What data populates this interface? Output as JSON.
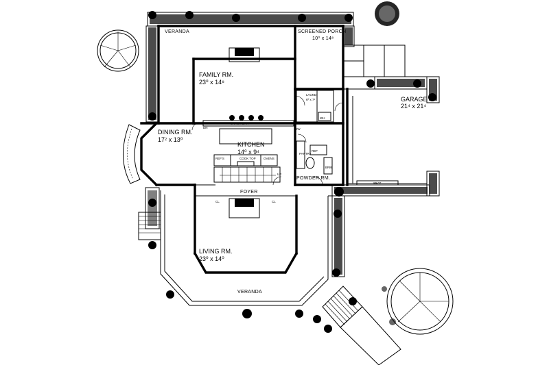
{
  "labels": {
    "veranda_top": "VERANDA",
    "screened_porch": "SCREENED PORCH",
    "screened_porch_dim": "10⁰ x 14⁸",
    "family_rm": "FAMILY RM.",
    "family_rm_dim": "23⁰ x 14⁸",
    "laund": "LAUND.",
    "laund_dim": "6⁰ x 7⁴",
    "garage": "GARAGE",
    "garage_dim": "21⁴ x 21⁴",
    "snack_bar": "SNACK BAR",
    "dining_rm": "DINING RM.",
    "dining_rm_dim": "17⁲ x 13⁰",
    "kitchen": "KITCHEN",
    "kitchen_dim": "14⁰ x 9⁴",
    "refs": "REF'S",
    "cook_top": "COOK TOP",
    "ovens": "OVENS",
    "powder_rm": "POWDER RM.",
    "foyer": "FOYER",
    "seat": "SEAT",
    "living_rm": "LIVING RM.",
    "living_rm_dim": "23⁰ x 14⁰",
    "veranda_bottom": "VERANDA",
    "cl": "CL",
    "dn": "DN",
    "up": "UP",
    "pantry": "PANTRY",
    "dw": "DW",
    "ref": "REF",
    "brm": "BRM",
    "wh": "WH"
  },
  "icons": {
    "tree": "tree-icon",
    "shrub": "shrub-icon",
    "hedge": "hedge-icon",
    "fireplace": "fireplace-icon",
    "stair": "stair-icon",
    "gazebo": "gazebo-icon"
  },
  "colors": {
    "ink": "#000000",
    "paper": "#ffffff",
    "hedge": "#2b2b2b"
  }
}
